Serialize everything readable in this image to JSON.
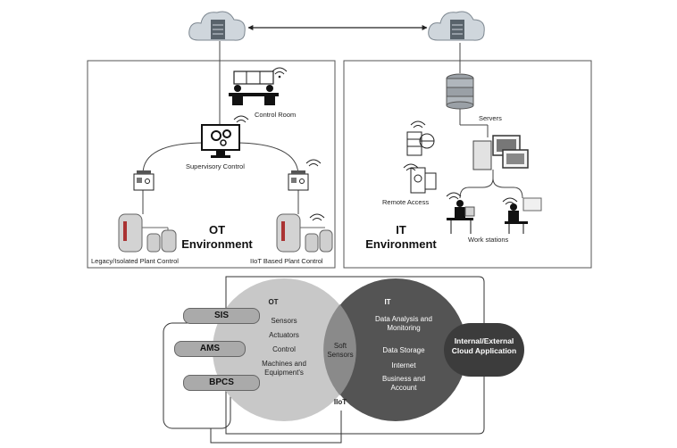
{
  "top": {
    "ot_box": {
      "title_line1": "OT",
      "title_line2": "Environment",
      "control_room": "Control Room",
      "supervisory": "Supervisory Control",
      "legacy": "Legacy/Isolated Plant Control",
      "iiot": "IIoT Based Plant Control"
    },
    "it_box": {
      "title_line1": "IT",
      "title_line2": "Environment",
      "servers": "Servers",
      "remote_access": "Remote Access",
      "work_stations": "Work stations"
    }
  },
  "venn": {
    "ot": {
      "title": "OT",
      "items": [
        "Sensors",
        "Actuators",
        "Control",
        "Machines and Equipment's"
      ]
    },
    "it": {
      "title": "IT",
      "items": [
        "Data Analysis and Monitoring",
        "Data Storage",
        "Internet",
        "Business and Account"
      ]
    },
    "overlap": {
      "label": "Soft Sensors",
      "bottom": "IIoT"
    },
    "pills": [
      "SIS",
      "AMS",
      "BPCS"
    ],
    "cloud_app": "Internal/External Cloud Application"
  },
  "colors": {
    "ot_circle": "#c8c8c8",
    "it_circle": "#545454",
    "overlap": "#8a8a8a",
    "cloud_app": "#3c3c3c",
    "pill": "#aaaaaa"
  }
}
